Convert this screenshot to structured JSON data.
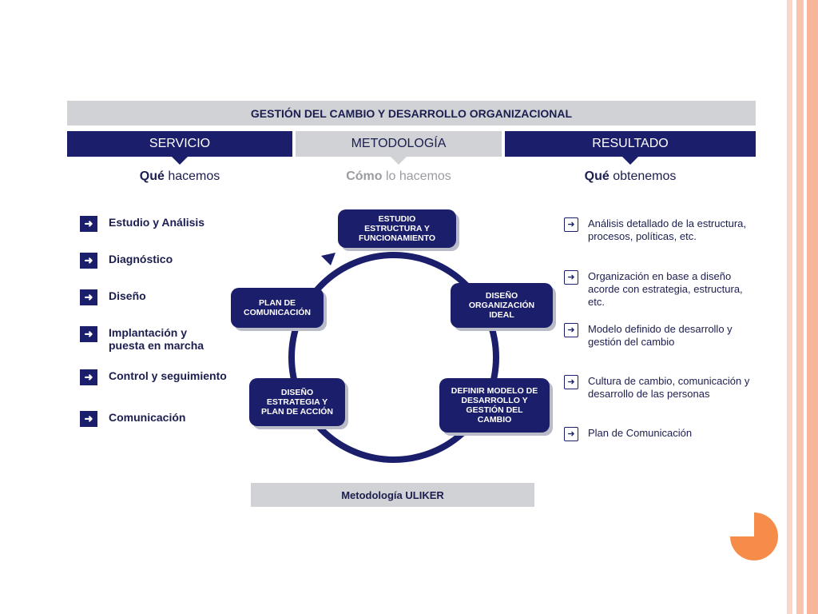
{
  "header": {
    "title": "GESTIÓN DEL CAMBIO Y DESARROLLO ORGANIZACIONAL"
  },
  "columns": [
    {
      "label": "SERVICIO",
      "sub_bold": "Qué",
      "sub_rest": " hacemos"
    },
    {
      "label": "METODOLOGÍA",
      "sub_bold": "Cómo",
      "sub_rest": " lo hacemos"
    },
    {
      "label": "RESULTADO",
      "sub_bold": "Qué",
      "sub_rest": " obtenemos"
    }
  ],
  "services": [
    "Estudio y Análisis",
    "Diagnóstico",
    "Diseño",
    "Implantación y puesta en marcha",
    "Control y seguimiento",
    "Comunicación"
  ],
  "cycle": [
    "ESTUDIO ESTRUCTURA Y FUNCIONAMIENTO",
    "DISEÑO ORGANIZACIÓN IDEAL",
    "DEFINIR MODELO DE DESARROLLO Y GESTIÓN DEL CAMBIO",
    "DISEÑO ESTRATEGIA Y PLAN DE ACCIÓN",
    "PLAN DE COMUNICACIÓN"
  ],
  "results": [
    "Análisis detallado de la estructura, procesos, políticas, etc.",
    "Organización en base a diseño acorde con estrategia, estructura, etc.",
    "Modelo definido de desarrollo y gestión del cambio",
    "Cultura de cambio, comunicación y desarrollo de las personas",
    "Plan de Comunicación"
  ],
  "footer": {
    "label": "Metodología ULIKER"
  },
  "icons": {
    "service": "arrow-right-icon",
    "result": "arrow-right-outline-icon"
  },
  "colors": {
    "navy": "#1b1e6b",
    "gray": "#d0d2d6",
    "accent": "#f58c4a"
  }
}
